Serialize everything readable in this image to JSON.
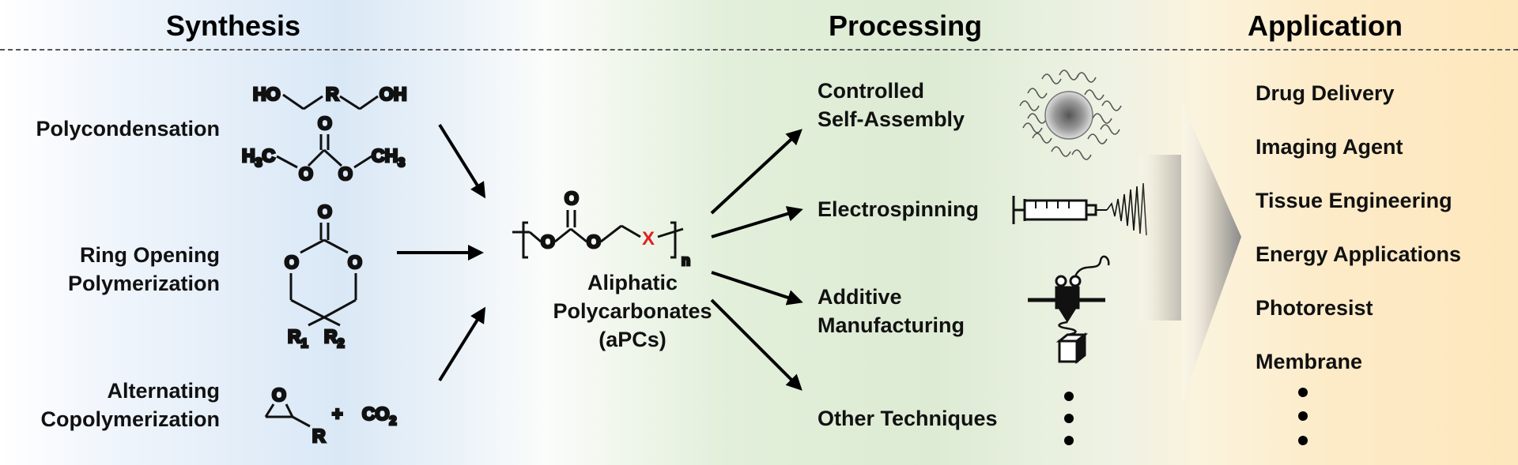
{
  "headers": {
    "synthesis": "Synthesis",
    "processing": "Processing",
    "application": "Application"
  },
  "synthesis": {
    "methods": [
      {
        "line1": "Polycondensation",
        "line2": ""
      },
      {
        "line1": "Ring Opening",
        "line2": "Polymerization"
      },
      {
        "line1": "Alternating",
        "line2": "Copolymerization"
      }
    ],
    "diol_label_ho": "HO",
    "diol_label_r": "R",
    "diol_label_oh": "OH",
    "carbonate_label_h3c": "H",
    "carbonate_label_ch3": "CH",
    "oxygen": "O",
    "r1": "R",
    "r2": "R",
    "sub1": "1",
    "sub2": "2",
    "sub3": "3",
    "epoxide_r": "R",
    "plus": "+",
    "co2": "CO",
    "co2_sub": "2"
  },
  "product": {
    "line1": "Aliphatic",
    "line2": "Polycarbonates",
    "line3": "(aPCs)",
    "x_group": "X",
    "repeat_n": "n",
    "x_color": "#e02020"
  },
  "processing": {
    "techniques": [
      {
        "line1": "Controlled",
        "line2": "Self-Assembly"
      },
      {
        "line1": "Electrospinning",
        "line2": ""
      },
      {
        "line1": "Additive",
        "line2": "Manufacturing"
      },
      {
        "line1": "Other Techniques",
        "line2": ""
      }
    ]
  },
  "applications": {
    "items": [
      "Drug Delivery",
      "Imaging Agent",
      "Tissue Engineering",
      "Energy Applications",
      "Photoresist",
      "Membrane"
    ]
  },
  "colors": {
    "synthesis_bg": "#dae8f6",
    "processing_bg": "#ddebd4",
    "application_bg": "#fde7bd"
  }
}
